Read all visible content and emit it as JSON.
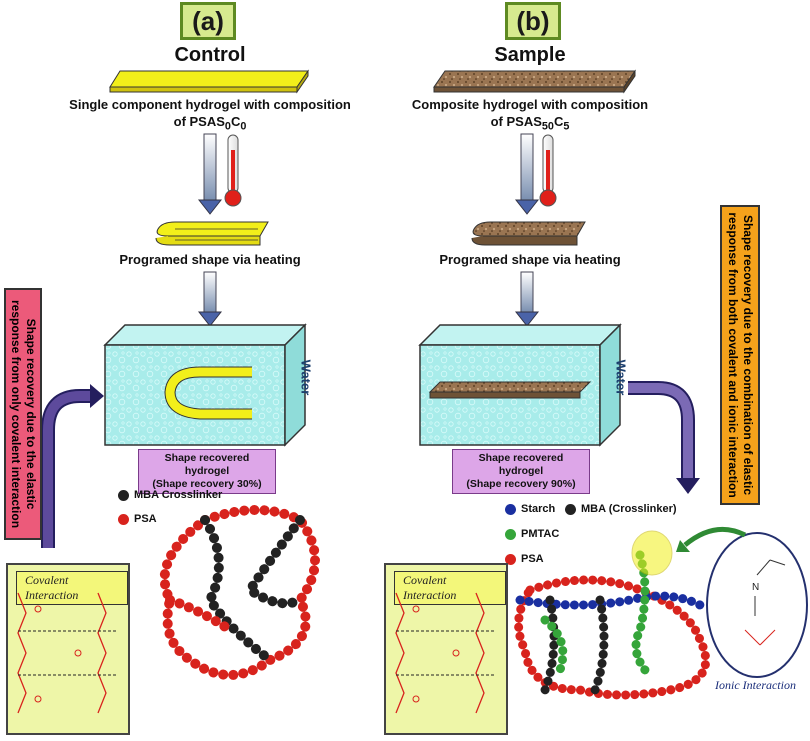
{
  "panel_a": {
    "label": "(a)",
    "title": "Control",
    "caption_line1": "Single component hydrogel with composition",
    "caption_line2": "of PSAS",
    "caption_sub1": "0",
    "caption_c": "C",
    "caption_sub2": "0",
    "programmed": "Programed shape via heating",
    "water": "Water",
    "recovered_line1": "Shape recovered hydrogel",
    "recovered_line2": "(Shape recovery 30%)",
    "side_note_line1": "Shape recovery due to the elastic",
    "side_note_line2": "response from only covalent interaction",
    "legend": [
      {
        "label": "MBA Crosslinker",
        "color": "#222222"
      },
      {
        "label": "PSA",
        "color": "#d8231d"
      }
    ],
    "covalent_title": "Covalent Interaction"
  },
  "panel_b": {
    "label": "(b)",
    "title": "Sample",
    "caption_line1": "Composite hydrogel with composition",
    "caption_line2": "of PSAS",
    "caption_sub1": "50",
    "caption_c": "C",
    "caption_sub2": "5",
    "programmed": "Programed shape via heating",
    "water": "Water",
    "recovered_line1": "Shape recovered hydrogel",
    "recovered_line2": "(Shape recovery 90%)",
    "side_note_line1": "Shape recovery due to the combination of elastic",
    "side_note_line2": "response from both covalent and ionic interaction",
    "legend": [
      {
        "label": "Starch",
        "color": "#1a2fa0"
      },
      {
        "label": "MBA (Crosslinker)",
        "color": "#222222"
      },
      {
        "label": "PMTAC",
        "color": "#35a53a"
      },
      {
        "label": "PSA",
        "color": "#d8231d"
      }
    ],
    "covalent_title": "Covalent Interaction",
    "ionic_label": "Ionic Interaction"
  },
  "colors": {
    "label_fill": "#d7ea8f",
    "control_strip": "#f2ef1a",
    "sample_strip": "#8a6a4a",
    "water_box": "#a8ecea",
    "side_note_a": "#ec5a7a",
    "side_note_b": "#f5a21b",
    "recovery_box": "#dda6e8"
  }
}
